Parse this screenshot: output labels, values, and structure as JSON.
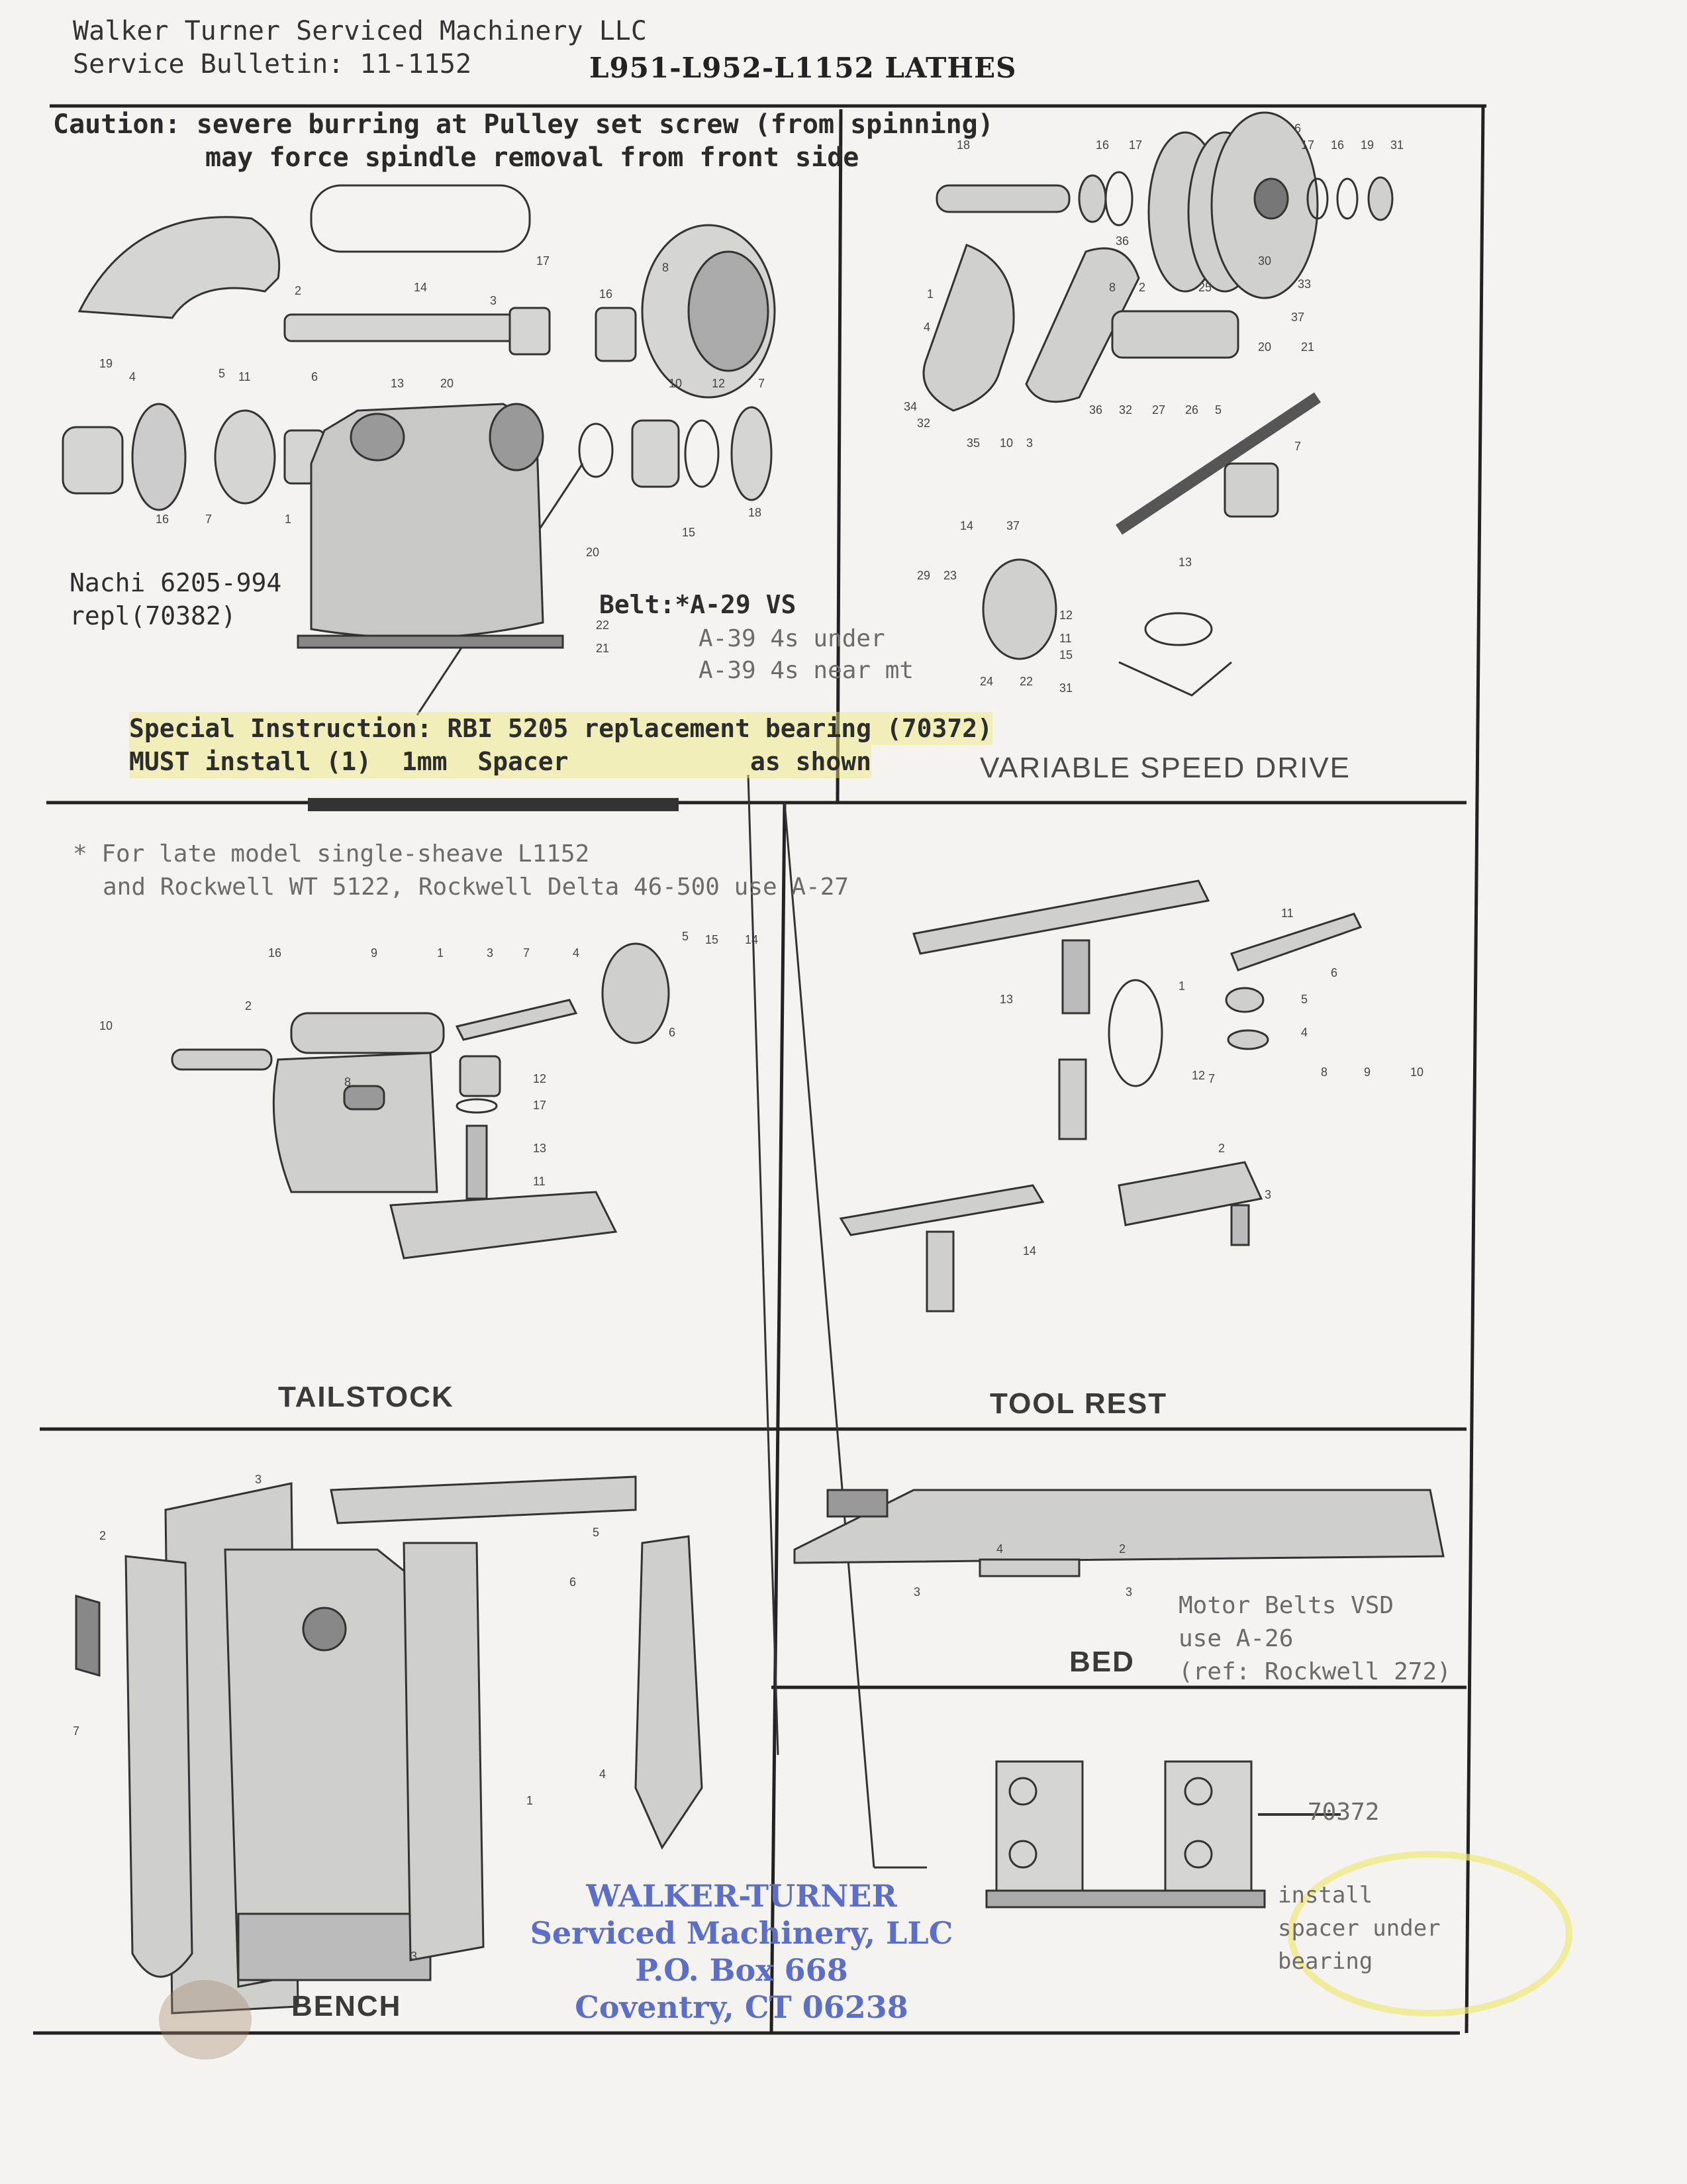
{
  "header": {
    "company": "Walker Turner Serviced Machinery LLC",
    "bulletin": "Service Bulletin: 11-1152",
    "title": "L951-L952-L1152 LATHES"
  },
  "notes": {
    "caution_line1": "Caution: severe burring at Pulley set screw (from spinning)",
    "caution_line2": "may force spindle removal from front side",
    "nachi_line1": "Nachi 6205-994",
    "nachi_line2": "repl(70382)",
    "belt_line1": "Belt:*A-29 VS",
    "belt_line2": "A-39 4s under",
    "belt_line3": "A-39 4s near mt",
    "special_line1": "Special Instruction: RBI 5205 replacement bearing (70372)",
    "special_line2_a": "MUST install (1)",
    "special_line2_b": "1mm  Spacer",
    "special_line2_c": "as shown",
    "late_model_line1": "* For late model single-sheave L1152",
    "late_model_line2": "and Rockwell WT 5122, Rockwell Delta 46-500 use A-27",
    "motor_line1": "Motor Belts VSD",
    "motor_line2": "use A-26",
    "motor_line3": "(ref: Rockwell 272)",
    "bearing_part": "70372",
    "install_line1": "install",
    "install_line2": "spacer under",
    "install_line3": "bearing"
  },
  "sections": {
    "variable_speed": "VARIABLE SPEED DRIVE",
    "tailstock": "TAILSTOCK",
    "tool_rest": "TOOL REST",
    "bed": "BED",
    "bench": "BENCH"
  },
  "stamp": {
    "line1": "WALKER-TURNER",
    "line2": "Serviced Machinery, LLC",
    "line3": "P.O. Box 668",
    "line4": "Coventry, CT 06238"
  },
  "colors": {
    "paper": "#f4f3ef",
    "ink": "#2a2a2a",
    "stamp": "#5b6fc9",
    "highlight": "#f0e878"
  }
}
